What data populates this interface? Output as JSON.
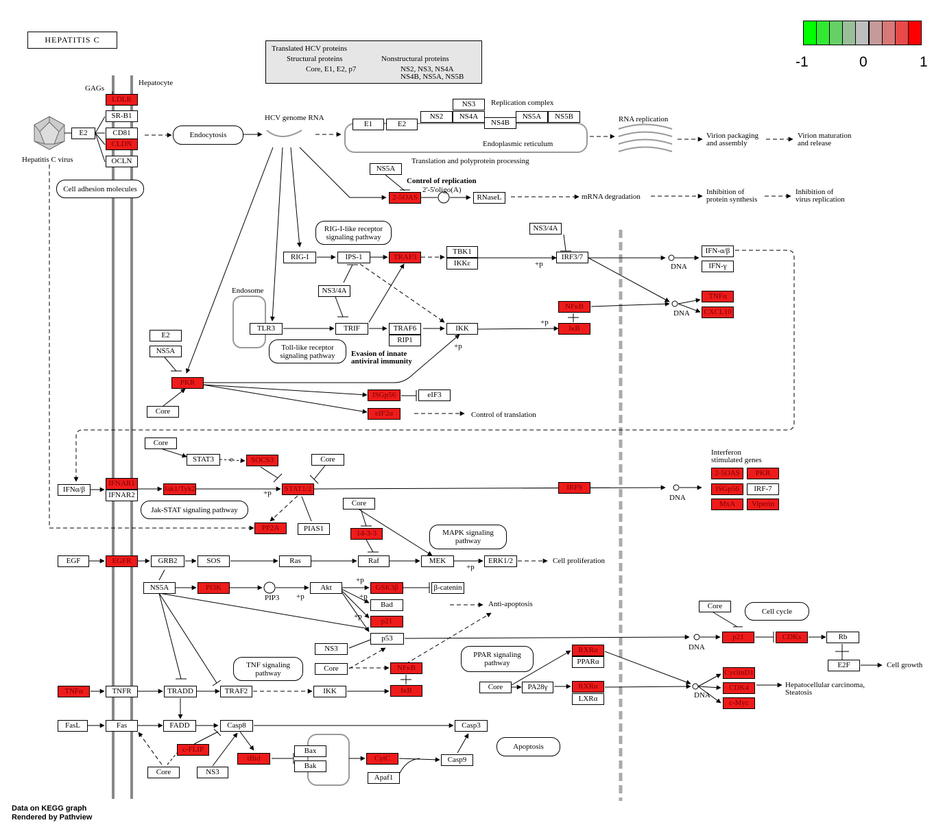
{
  "title": "HEPATITIS C",
  "hcv_legend": {
    "heading": "Translated HCV proteins",
    "structural": "Structural proteins",
    "structural_list": "Core, E1, E2, p7",
    "nonstructural": "Nonstructural proteins",
    "nonstructural_list_1": "NS2, NS3, NS4A",
    "nonstructural_list_2": "NS4B, NS5A, NS5B"
  },
  "color_scale": {
    "colors": [
      "#00ff00",
      "#33e833",
      "#66d066",
      "#99bf99",
      "#bebebe",
      "#c59a9a",
      "#d87878",
      "#e84a4a",
      "#ff0000"
    ],
    "labels": [
      "-1",
      "0",
      "1"
    ]
  },
  "footer": [
    "Data on KEGG graph",
    "Rendered by Pathview"
  ],
  "nodes": [
    {
      "id": "LDLR",
      "label": "LDLR",
      "hit": true
    },
    {
      "id": "SR-B1",
      "label": "SR-B1",
      "hit": false
    },
    {
      "id": "CD81",
      "label": "CD81",
      "hit": false
    },
    {
      "id": "CLDN",
      "label": "CLDN",
      "hit": true
    },
    {
      "id": "OCLN",
      "label": "OCLN",
      "hit": false
    },
    {
      "id": "E2",
      "label": "E2",
      "hit": false
    },
    {
      "id": "E1b",
      "label": "E1",
      "hit": false
    },
    {
      "id": "E2b",
      "label": "E2",
      "hit": false
    },
    {
      "id": "NS2",
      "label": "NS2",
      "hit": false
    },
    {
      "id": "NS3",
      "label": "NS3",
      "hit": false
    },
    {
      "id": "NS4A",
      "label": "NS4A",
      "hit": false
    },
    {
      "id": "NS4B",
      "label": "NS4B",
      "hit": false
    },
    {
      "id": "NS5A",
      "label": "NS5A",
      "hit": false
    },
    {
      "id": "NS5B",
      "label": "NS5B",
      "hit": false
    },
    {
      "id": "NS5A2",
      "label": "NS5A",
      "hit": false
    },
    {
      "id": "OAS",
      "label": "2-5OAS",
      "hit": true
    },
    {
      "id": "RNaseL",
      "label": "RNaseL",
      "hit": false
    },
    {
      "id": "NS34A",
      "label": "NS3/4A",
      "hit": false
    },
    {
      "id": "RIG-I",
      "label": "RIG-I",
      "hit": false
    },
    {
      "id": "IPS-1",
      "label": "IPS-1",
      "hit": false
    },
    {
      "id": "TRAF3",
      "label": "TRAF3",
      "hit": true
    },
    {
      "id": "TBK1",
      "label": "TBK1",
      "hit": false
    },
    {
      "id": "IKKe",
      "label": "IKKε",
      "hit": false
    },
    {
      "id": "IRF37",
      "label": "IRF3/7",
      "hit": false
    },
    {
      "id": "IFNab",
      "label": "IFN-α/β",
      "hit": false
    },
    {
      "id": "IFNg",
      "label": "IFN-γ",
      "hit": false
    },
    {
      "id": "TNFa1",
      "label": "TNFα",
      "hit": true
    },
    {
      "id": "CXCL10",
      "label": "CXCL10",
      "hit": true
    },
    {
      "id": "NS34A2",
      "label": "NS3/4A",
      "hit": false
    },
    {
      "id": "NFkB1",
      "label": "NFκB",
      "hit": true
    },
    {
      "id": "IkB1",
      "label": "IκB",
      "hit": true
    },
    {
      "id": "TLR3",
      "label": "TLR3",
      "hit": false
    },
    {
      "id": "TRIF",
      "label": "TRIF",
      "hit": false
    },
    {
      "id": "TRAF6",
      "label": "TRAF6",
      "hit": false
    },
    {
      "id": "RIP1",
      "label": "RIP1",
      "hit": false
    },
    {
      "id": "IKK1",
      "label": "IKK",
      "hit": false
    },
    {
      "id": "E2c",
      "label": "E2",
      "hit": false
    },
    {
      "id": "NS5A3",
      "label": "NS5A",
      "hit": false
    },
    {
      "id": "PKR",
      "label": "PKR",
      "hit": true
    },
    {
      "id": "Core1",
      "label": "Core",
      "hit": false
    },
    {
      "id": "ISG56",
      "label": "ISGp56",
      "hit": true
    },
    {
      "id": "eIF3",
      "label": "eIF3",
      "hit": false
    },
    {
      "id": "eIF2a",
      "label": "eIF2α",
      "hit": true
    },
    {
      "id": "Core2",
      "label": "Core",
      "hit": false
    },
    {
      "id": "STAT3",
      "label": "STAT3",
      "hit": false
    },
    {
      "id": "SOCS3",
      "label": "SOCS3",
      "hit": true
    },
    {
      "id": "Core3",
      "label": "Core",
      "hit": false
    },
    {
      "id": "IFNab2",
      "label": "IFNα/β",
      "hit": false
    },
    {
      "id": "IFNAR1",
      "label": "IFNAR1",
      "hit": true
    },
    {
      "id": "IFNAR2",
      "label": "IFNAR2",
      "hit": false
    },
    {
      "id": "Jak1",
      "label": "Jak1/Tyk2",
      "hit": true
    },
    {
      "id": "STAT12",
      "label": "STAT1/2",
      "hit": true
    },
    {
      "id": "IRF9",
      "label": "IRF9",
      "hit": true
    },
    {
      "id": "PP2A",
      "label": "PP2A",
      "hit": true
    },
    {
      "id": "PIAS1",
      "label": "PIAS1",
      "hit": false
    },
    {
      "id": "OAS2",
      "label": "2-5OAS",
      "hit": true
    },
    {
      "id": "PKR2",
      "label": "PKR",
      "hit": true
    },
    {
      "id": "ISG562",
      "label": "ISGp56",
      "hit": true
    },
    {
      "id": "IRF7",
      "label": "IRF-7",
      "hit": false
    },
    {
      "id": "MxA",
      "label": "MxA",
      "hit": true
    },
    {
      "id": "Viperin",
      "label": "Viperin",
      "hit": true
    },
    {
      "id": "Core4",
      "label": "Core",
      "hit": false
    },
    {
      "id": "1433",
      "label": "14-3-3",
      "hit": true
    },
    {
      "id": "EGF",
      "label": "EGF",
      "hit": false
    },
    {
      "id": "EGFR",
      "label": "EGFR",
      "hit": true
    },
    {
      "id": "GRB2",
      "label": "GRB2",
      "hit": false
    },
    {
      "id": "SOS",
      "label": "SOS",
      "hit": false
    },
    {
      "id": "Ras",
      "label": "Ras",
      "hit": false
    },
    {
      "id": "Raf",
      "label": "Raf",
      "hit": false
    },
    {
      "id": "MEK",
      "label": "MEK",
      "hit": false
    },
    {
      "id": "ERK12",
      "label": "ERK1/2",
      "hit": false
    },
    {
      "id": "NS5A4",
      "label": "NS5A",
      "hit": false
    },
    {
      "id": "PI3K",
      "label": "PI3K",
      "hit": true
    },
    {
      "id": "Akt",
      "label": "Akt",
      "hit": false
    },
    {
      "id": "GSK3b",
      "label": "GSK3β",
      "hit": true
    },
    {
      "id": "bcat",
      "label": "β-catenin",
      "hit": false
    },
    {
      "id": "Bad",
      "label": "Bad",
      "hit": false
    },
    {
      "id": "p21a",
      "label": "p21",
      "hit": true
    },
    {
      "id": "p53",
      "label": "p53",
      "hit": false
    },
    {
      "id": "NS3b",
      "label": "NS3",
      "hit": false
    },
    {
      "id": "Core5",
      "label": "Core",
      "hit": false
    },
    {
      "id": "NFkB2",
      "label": "NFκB",
      "hit": true
    },
    {
      "id": "IkB2",
      "label": "IκB",
      "hit": true
    },
    {
      "id": "Core6",
      "label": "Core",
      "hit": false
    },
    {
      "id": "p21b",
      "label": "p21",
      "hit": true
    },
    {
      "id": "CDKs",
      "label": "CDKs",
      "hit": true
    },
    {
      "id": "Rb",
      "label": "Rb",
      "hit": false
    },
    {
      "id": "E2F",
      "label": "E2F",
      "hit": false
    },
    {
      "id": "RXRa1",
      "label": "RXRα",
      "hit": true
    },
    {
      "id": "PPARa",
      "label": "PPARα",
      "hit": false
    },
    {
      "id": "Core7",
      "label": "Core",
      "hit": false
    },
    {
      "id": "PA28g",
      "label": "PA28γ",
      "hit": false
    },
    {
      "id": "RXRa2",
      "label": "RXRα",
      "hit": true
    },
    {
      "id": "LXRa",
      "label": "LXRα",
      "hit": false
    },
    {
      "id": "CyclinD1",
      "label": "CyclinD1",
      "hit": true
    },
    {
      "id": "CDK4",
      "label": "CDK4",
      "hit": true
    },
    {
      "id": "cMyc",
      "label": "c-Myc",
      "hit": true
    },
    {
      "id": "TNFa2",
      "label": "TNFα",
      "hit": true
    },
    {
      "id": "TNFR",
      "label": "TNFR",
      "hit": false
    },
    {
      "id": "TRADD",
      "label": "TRADD",
      "hit": false
    },
    {
      "id": "TRAF2",
      "label": "TRAF2",
      "hit": false
    },
    {
      "id": "IKK2",
      "label": "IKK",
      "hit": false
    },
    {
      "id": "FasL",
      "label": "FasL",
      "hit": false
    },
    {
      "id": "Fas",
      "label": "Fas",
      "hit": false
    },
    {
      "id": "FADD",
      "label": "FADD",
      "hit": false
    },
    {
      "id": "Casp8",
      "label": "Casp8",
      "hit": false
    },
    {
      "id": "Casp3",
      "label": "Casp3",
      "hit": false
    },
    {
      "id": "cFLIP",
      "label": "c-FLIP",
      "hit": true
    },
    {
      "id": "tBid",
      "label": "tBid",
      "hit": true
    },
    {
      "id": "Bax",
      "label": "Bax",
      "hit": false
    },
    {
      "id": "Bak",
      "label": "Bak",
      "hit": false
    },
    {
      "id": "CytC",
      "label": "CytC",
      "hit": true
    },
    {
      "id": "Casp9",
      "label": "Casp9",
      "hit": false
    },
    {
      "id": "Apaf1",
      "label": "Apaf1",
      "hit": false
    },
    {
      "id": "Core8",
      "label": "Core",
      "hit": false
    },
    {
      "id": "NS3c",
      "label": "NS3",
      "hit": false
    }
  ],
  "labels": [
    {
      "id": "gags",
      "text": "GAGs"
    },
    {
      "id": "hepatocyte",
      "text": "Hepatocyte"
    },
    {
      "id": "hcv-virus",
      "text": "Hepatitis C virus"
    },
    {
      "id": "hcv-rna",
      "text": "HCV genome RNA"
    },
    {
      "id": "rep-complex",
      "text": "Replication complex"
    },
    {
      "id": "er",
      "text": "Endoplasmic reticulum"
    },
    {
      "id": "translation",
      "text": "Translation and polyprotein processing"
    },
    {
      "id": "rna-rep",
      "text": "RNA replication"
    },
    {
      "id": "virion-pack-1",
      "text": "Virion packaging"
    },
    {
      "id": "virion-pack-2",
      "text": "and assembly"
    },
    {
      "id": "virion-mat-1",
      "text": "Virion maturation"
    },
    {
      "id": "virion-mat-2",
      "text": "and release"
    },
    {
      "id": "control-rep",
      "text": "Control of replication",
      "bold": true
    },
    {
      "id": "oligoA",
      "text": "2'-5'oligo(A)"
    },
    {
      "id": "mrna-deg",
      "text": "mRNA degradation"
    },
    {
      "id": "inhib-prot-1",
      "text": "Inhibition of"
    },
    {
      "id": "inhib-prot-2",
      "text": "protein synthesis"
    },
    {
      "id": "inhib-vir-1",
      "text": "Inhibition of"
    },
    {
      "id": "inhib-vir-2",
      "text": "virus replication"
    },
    {
      "id": "endosome",
      "text": "Endosome"
    },
    {
      "id": "p1",
      "text": "+p"
    },
    {
      "id": "dna1",
      "text": "DNA"
    },
    {
      "id": "dna2",
      "text": "DNA"
    },
    {
      "id": "p2",
      "text": "+p"
    },
    {
      "id": "p3",
      "text": "+p"
    },
    {
      "id": "evasion-1",
      "text": "Evasion of innate",
      "bold": true
    },
    {
      "id": "evasion-2",
      "text": "antiviral immunity",
      "bold": true
    },
    {
      "id": "control-trans",
      "text": "Control of translation"
    },
    {
      "id": "e-label",
      "text": "e"
    },
    {
      "id": "p4",
      "text": "+p"
    },
    {
      "id": "isg-1",
      "text": "Interferon"
    },
    {
      "id": "isg-2",
      "text": "stimulated genes"
    },
    {
      "id": "dna3",
      "text": "DNA"
    },
    {
      "id": "p5",
      "text": "+p"
    },
    {
      "id": "cell-prolif",
      "text": "Cell proliferation"
    },
    {
      "id": "pip3",
      "text": "PIP3"
    },
    {
      "id": "p6",
      "text": "+p"
    },
    {
      "id": "p7",
      "text": "+p"
    },
    {
      "id": "p8",
      "text": "+p"
    },
    {
      "id": "p9",
      "text": "+p"
    },
    {
      "id": "anti-apop",
      "text": "Anti-apoptosis"
    },
    {
      "id": "dna4",
      "text": "DNA"
    },
    {
      "id": "cell-growth",
      "text": "Cell growth"
    },
    {
      "id": "dna5",
      "text": "DNA"
    },
    {
      "id": "hcc-1",
      "text": "Hepatocellular carcinoma,"
    },
    {
      "id": "hcc-2",
      "text": "Steatosis"
    }
  ],
  "links": [
    {
      "id": "endocytosis",
      "text": "Endocytosis"
    },
    {
      "id": "cam",
      "text": "Cell adhesion molecules"
    },
    {
      "id": "rig",
      "text": "RIG-I-like receptor\nsignaling pathway"
    },
    {
      "id": "tlr",
      "text": "Toll-like receptor\nsignaling pathway"
    },
    {
      "id": "jak",
      "text": "Jak-STAT signaling pathway"
    },
    {
      "id": "mapk",
      "text": "MAPK signaling\npathway"
    },
    {
      "id": "tnf",
      "text": "TNF signaling\npathway"
    },
    {
      "id": "ppar",
      "text": "PPAR signaling\npathway"
    },
    {
      "id": "cellcycle",
      "text": "Cell cycle"
    },
    {
      "id": "apoptosis",
      "text": "Apoptosis"
    }
  ]
}
